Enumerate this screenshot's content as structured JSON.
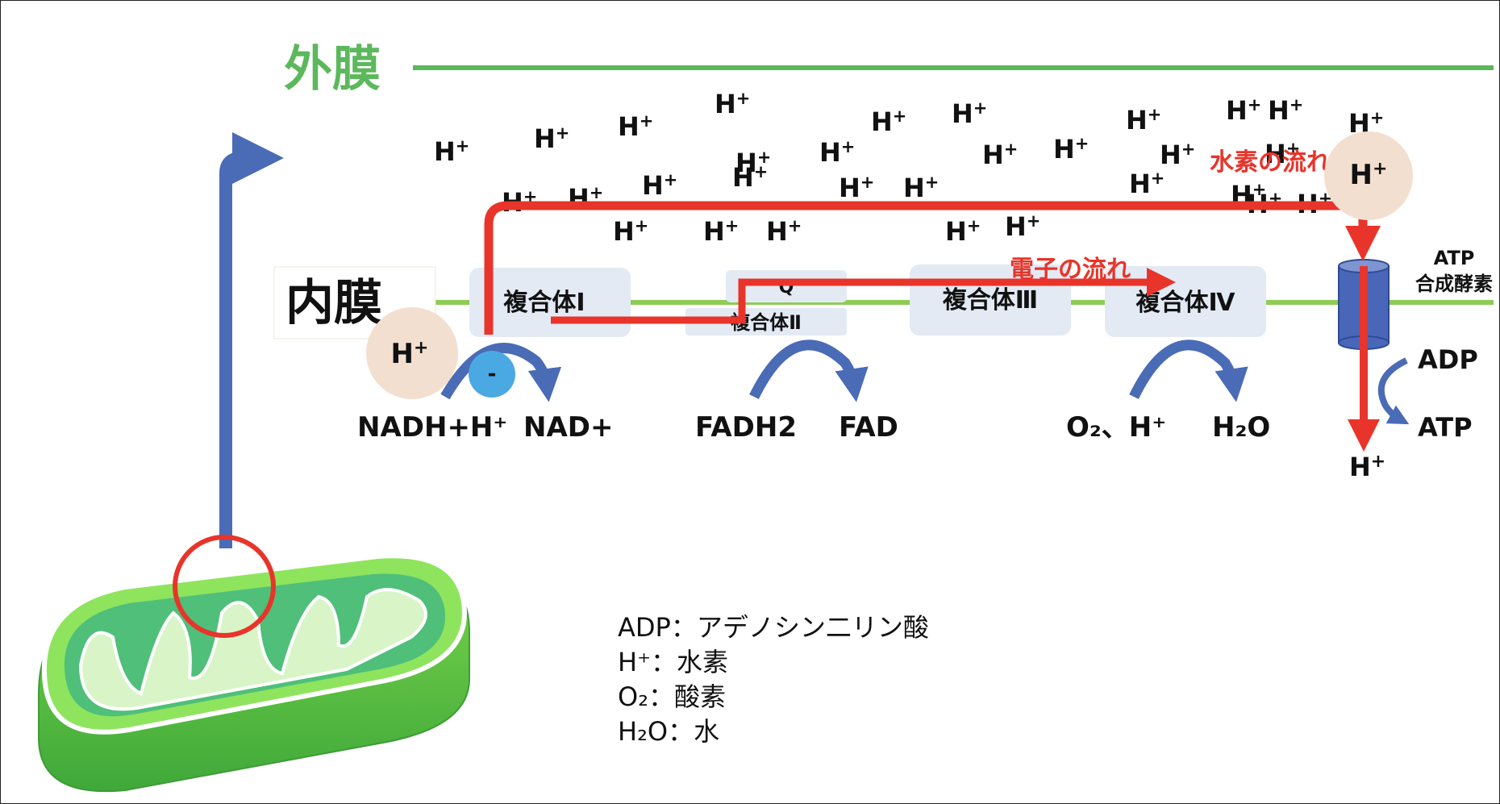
{
  "colors": {
    "outer_membrane": "#5cb85c",
    "inner_membrane": "#8dcc55",
    "flow_red": "#e8342a",
    "arrow_blue": "#4a6bb5",
    "complex_box": "#e3eaf4",
    "proton_bubble": "#f3dfcf",
    "electron_circle": "#4aa9e3",
    "synthase_blue": "#4a66b8"
  },
  "labels": {
    "outer_membrane": "外膜",
    "inner_membrane": "内膜",
    "hydrogen_flow": "水素の流れ",
    "electron_flow": "電子の流れ",
    "atp_synthase_line1": "ATP",
    "atp_synthase_line2": "合成酵素"
  },
  "complexes": {
    "c1": "複合体Ⅰ",
    "q": "Q",
    "c2": "複合体Ⅱ",
    "c3": "複合体Ⅲ",
    "c4": "複合体Ⅳ"
  },
  "reactions": {
    "nadh_left": "NADH+H⁺",
    "nadh_right": "NAD+",
    "fadh_left": "FADH2",
    "fadh_right": "FAD",
    "o2_left": "O₂、H⁺",
    "o2_right": "H₂O",
    "adp": "ADP",
    "atp": "ATP",
    "electron_sign": "-"
  },
  "proton": {
    "symbol": "H",
    "charge": "+"
  },
  "legend": [
    "ADP：アデノシン二リン酸",
    "H⁺：水素",
    "O₂：酸素",
    "H₂O：水"
  ],
  "icons": {
    "mitochondrion": "mitochondrion-illustration",
    "magnifier": "zoom-circle"
  }
}
